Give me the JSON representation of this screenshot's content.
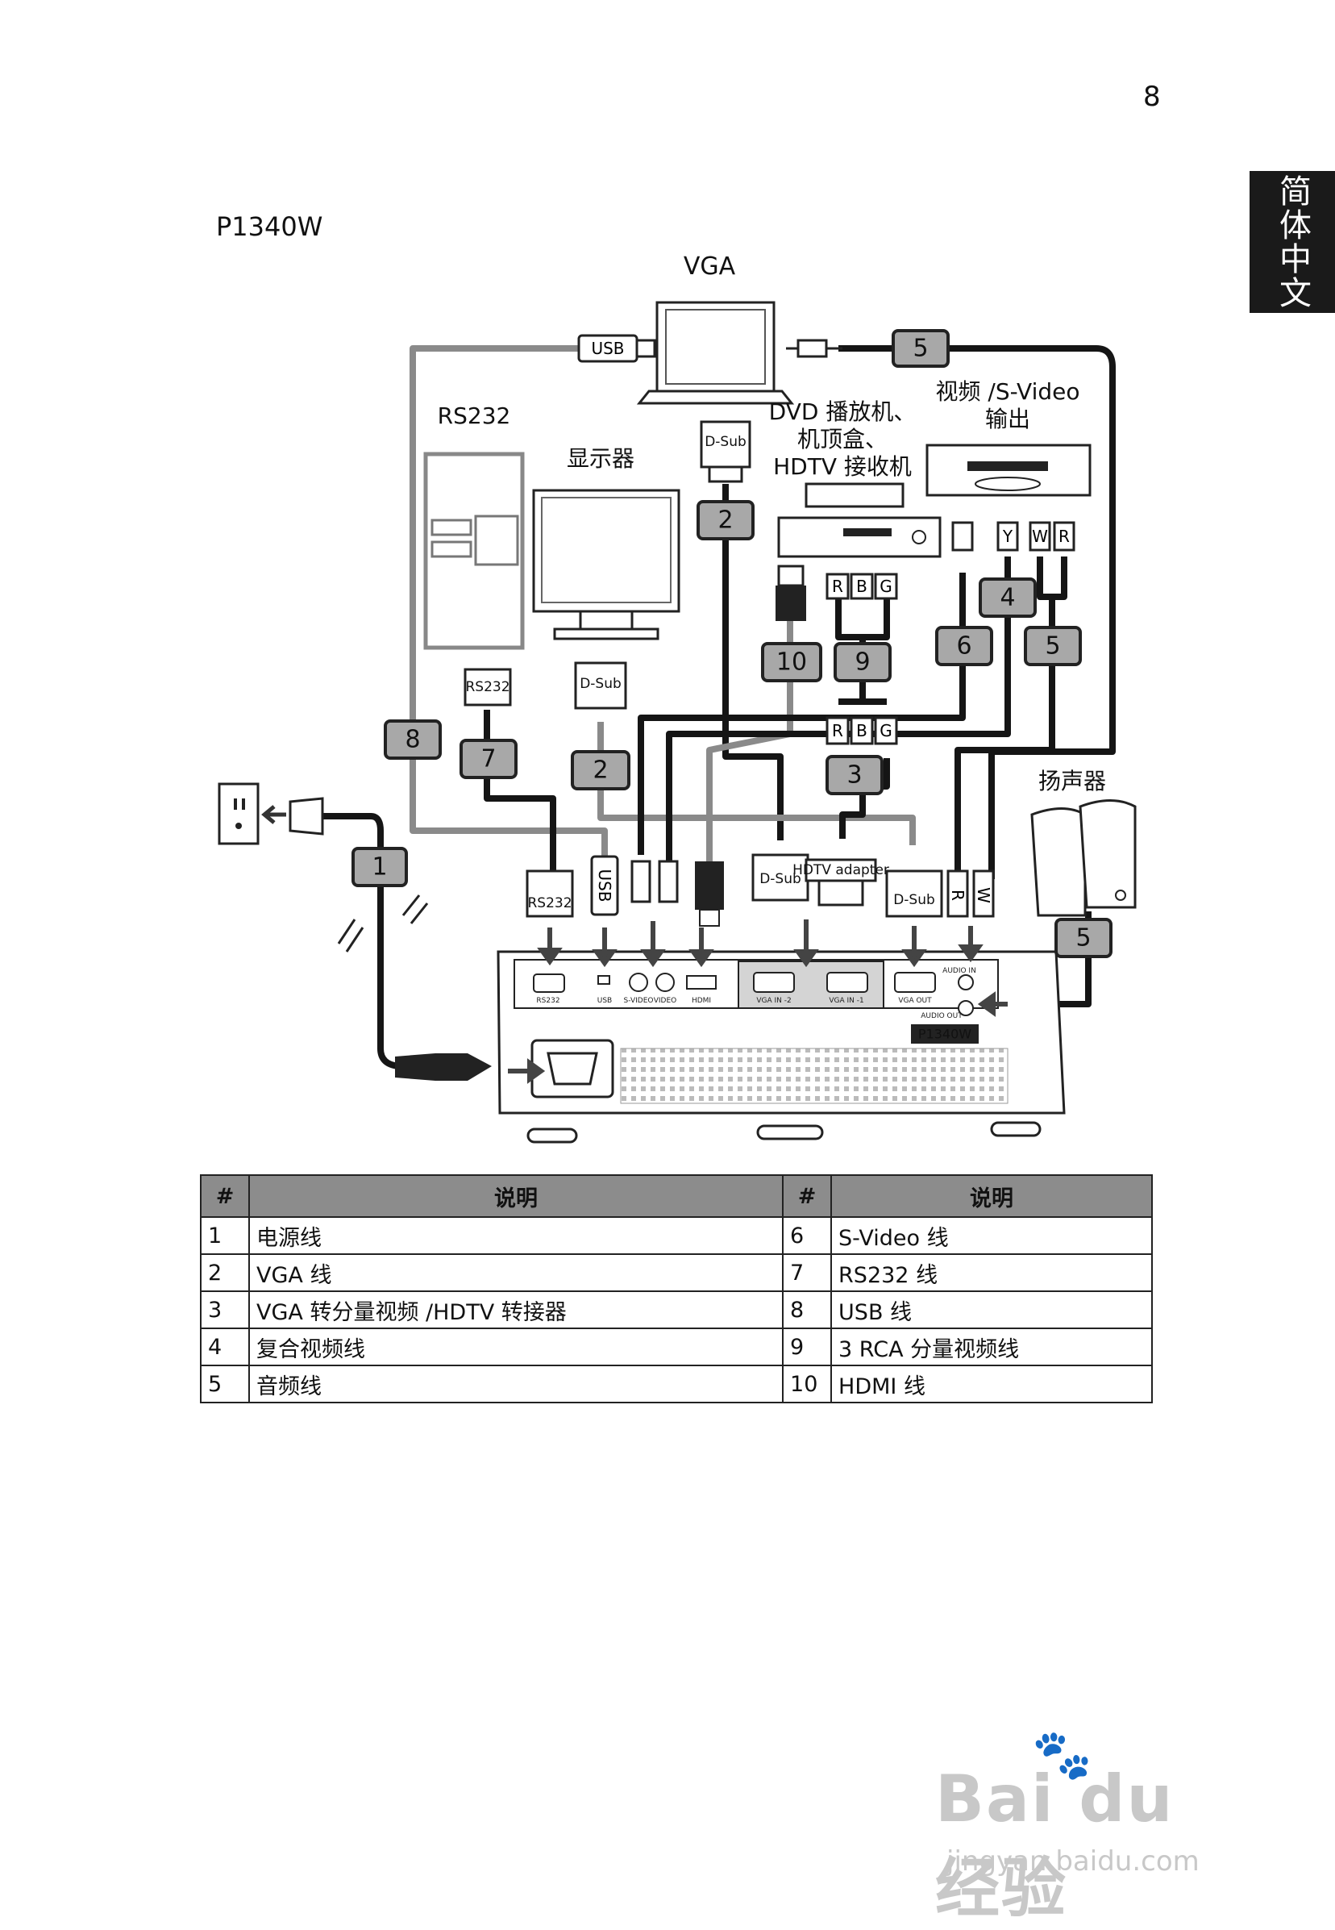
{
  "page_number": "8",
  "language_tab": "简体中文",
  "model": "P1340W",
  "devices": {
    "laptop": "VGA",
    "pc": "RS232",
    "monitor": "显示器",
    "dvd": "DVD 播放机、\n机顶盒、\nHDTV 接收机",
    "video_out": "视频 /S-Video\n输出",
    "speakers": "扬声器"
  },
  "connectors": {
    "usb": "USB",
    "dsub": "D-Sub",
    "rs232": "RS232",
    "hdtv_adapter": "HDTV adapter",
    "r": "R",
    "b": "B",
    "g": "G",
    "y": "Y",
    "w": "W",
    "panel_model": "P1340W"
  },
  "callouts": [
    "1",
    "2",
    "2",
    "3",
    "4",
    "5",
    "5",
    "5",
    "6",
    "7",
    "8",
    "9",
    "10"
  ],
  "ports": [
    "RS232",
    "USB",
    "S-VIDEO",
    "VIDEO",
    "HDMI",
    "VGA IN -2",
    "VGA IN -1",
    "VGA OUT",
    "AUDIO IN",
    "AUDIO OUT"
  ],
  "table": {
    "header": [
      "#",
      "说明",
      "#",
      "说明"
    ],
    "rows": [
      [
        "1",
        "电源线",
        "6",
        "S-Video 线"
      ],
      [
        "2",
        "VGA 线",
        "7",
        "RS232 线"
      ],
      [
        "3",
        "VGA 转分量视频 /HDTV 转接器",
        "8",
        "USB 线"
      ],
      [
        "4",
        "复合视频线",
        "9",
        "3 RCA 分量视频线"
      ],
      [
        "5",
        "音频线",
        "10",
        "HDMI 线"
      ]
    ]
  },
  "watermark": {
    "brand": "Bai du 经验",
    "url": "jingyan.baidu.com"
  }
}
